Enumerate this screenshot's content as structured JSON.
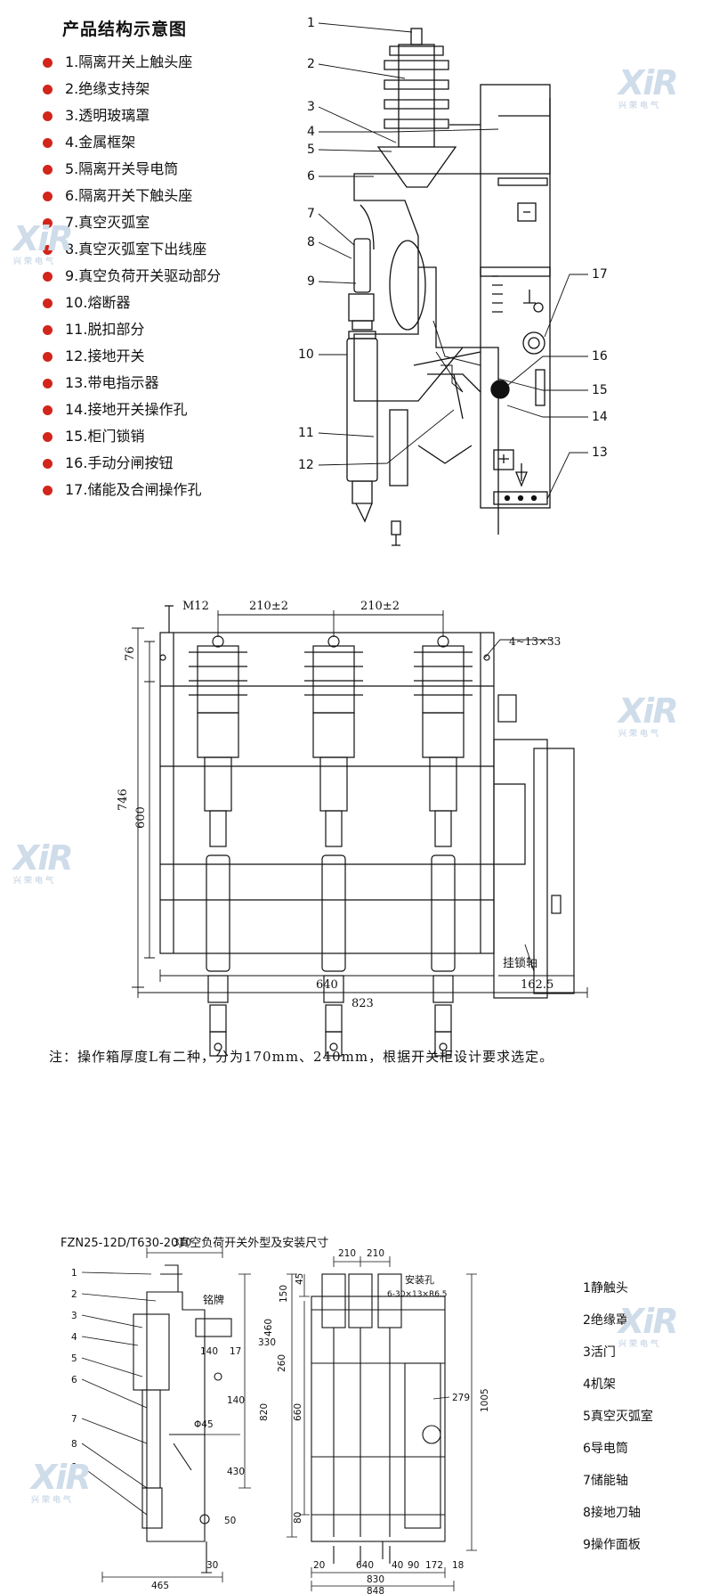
{
  "watermark": {
    "text": "XiR",
    "sub": "兴荣电气"
  },
  "section1": {
    "title": "产品结构示意图",
    "legend": [
      "1.隔离开关上触头座",
      "2.绝缘支持架",
      "3.透明玻璃罩",
      "4.金属框架",
      "5.隔离开关导电筒",
      "6.隔离开关下触头座",
      "7.真空灭弧室",
      "8.真空灭弧室下出线座",
      "9.真空负荷开关驱动部分",
      "10.熔断器",
      "11.脱扣部分",
      "12.接地开关",
      "13.带电指示器",
      "14.接地开关操作孔",
      "15.柜门锁销",
      "16.手动分闸按钮",
      "17.储能及合闸操作孔"
    ],
    "callouts": [
      "1",
      "2",
      "3",
      "4",
      "5",
      "6",
      "7",
      "8",
      "9",
      "10",
      "11",
      "12",
      "13",
      "14",
      "15",
      "16",
      "17"
    ]
  },
  "section2": {
    "dims": {
      "m12": "M12",
      "pitch1": "210±2",
      "pitch2": "210±2",
      "hole": "4~13×33",
      "top": "76",
      "h746": "746",
      "h600": "600",
      "w640": "640",
      "w823": "823",
      "w162": "162.5",
      "lock": "挂锁轴"
    },
    "note": "注：操作箱厚度L有二种，分为170mm、240mm，根据开关柜设计要求选定。"
  },
  "section3": {
    "subtitle": "FZN25-12D/T630-20真空负荷开关外型及安装尺寸",
    "left_labels": [
      "1",
      "2",
      "3",
      "4",
      "5",
      "6",
      "7",
      "8",
      "9"
    ],
    "left_dims": {
      "w310": "310",
      "d330": "330",
      "d140a": "140",
      "d17": "17",
      "d140b": "140",
      "phi45": "Φ45",
      "d430": "430",
      "d50": "50",
      "d30": "30",
      "w465": "465",
      "plate": "铭牌"
    },
    "right_dims": {
      "w210a": "210",
      "w210b": "210",
      "d150": "150",
      "d45": "45",
      "d460": "460",
      "d260": "260",
      "d820": "820",
      "d660": "660",
      "d80": "80",
      "d1005": "1005",
      "d279": "279",
      "w20": "20",
      "w640": "640",
      "w40": "40",
      "w90": "90",
      "w172": "172",
      "w18": "18",
      "w830": "830",
      "w848": "848",
      "mount_label": "安装孔",
      "mount_spec": "6-30×13×R6.5"
    },
    "parts": [
      "1静触头",
      "2绝缘罩",
      "3活门",
      "4机架",
      "5真空灭弧室",
      "6导电筒",
      "7储能轴",
      "8接地刀轴",
      "9操作面板"
    ]
  }
}
